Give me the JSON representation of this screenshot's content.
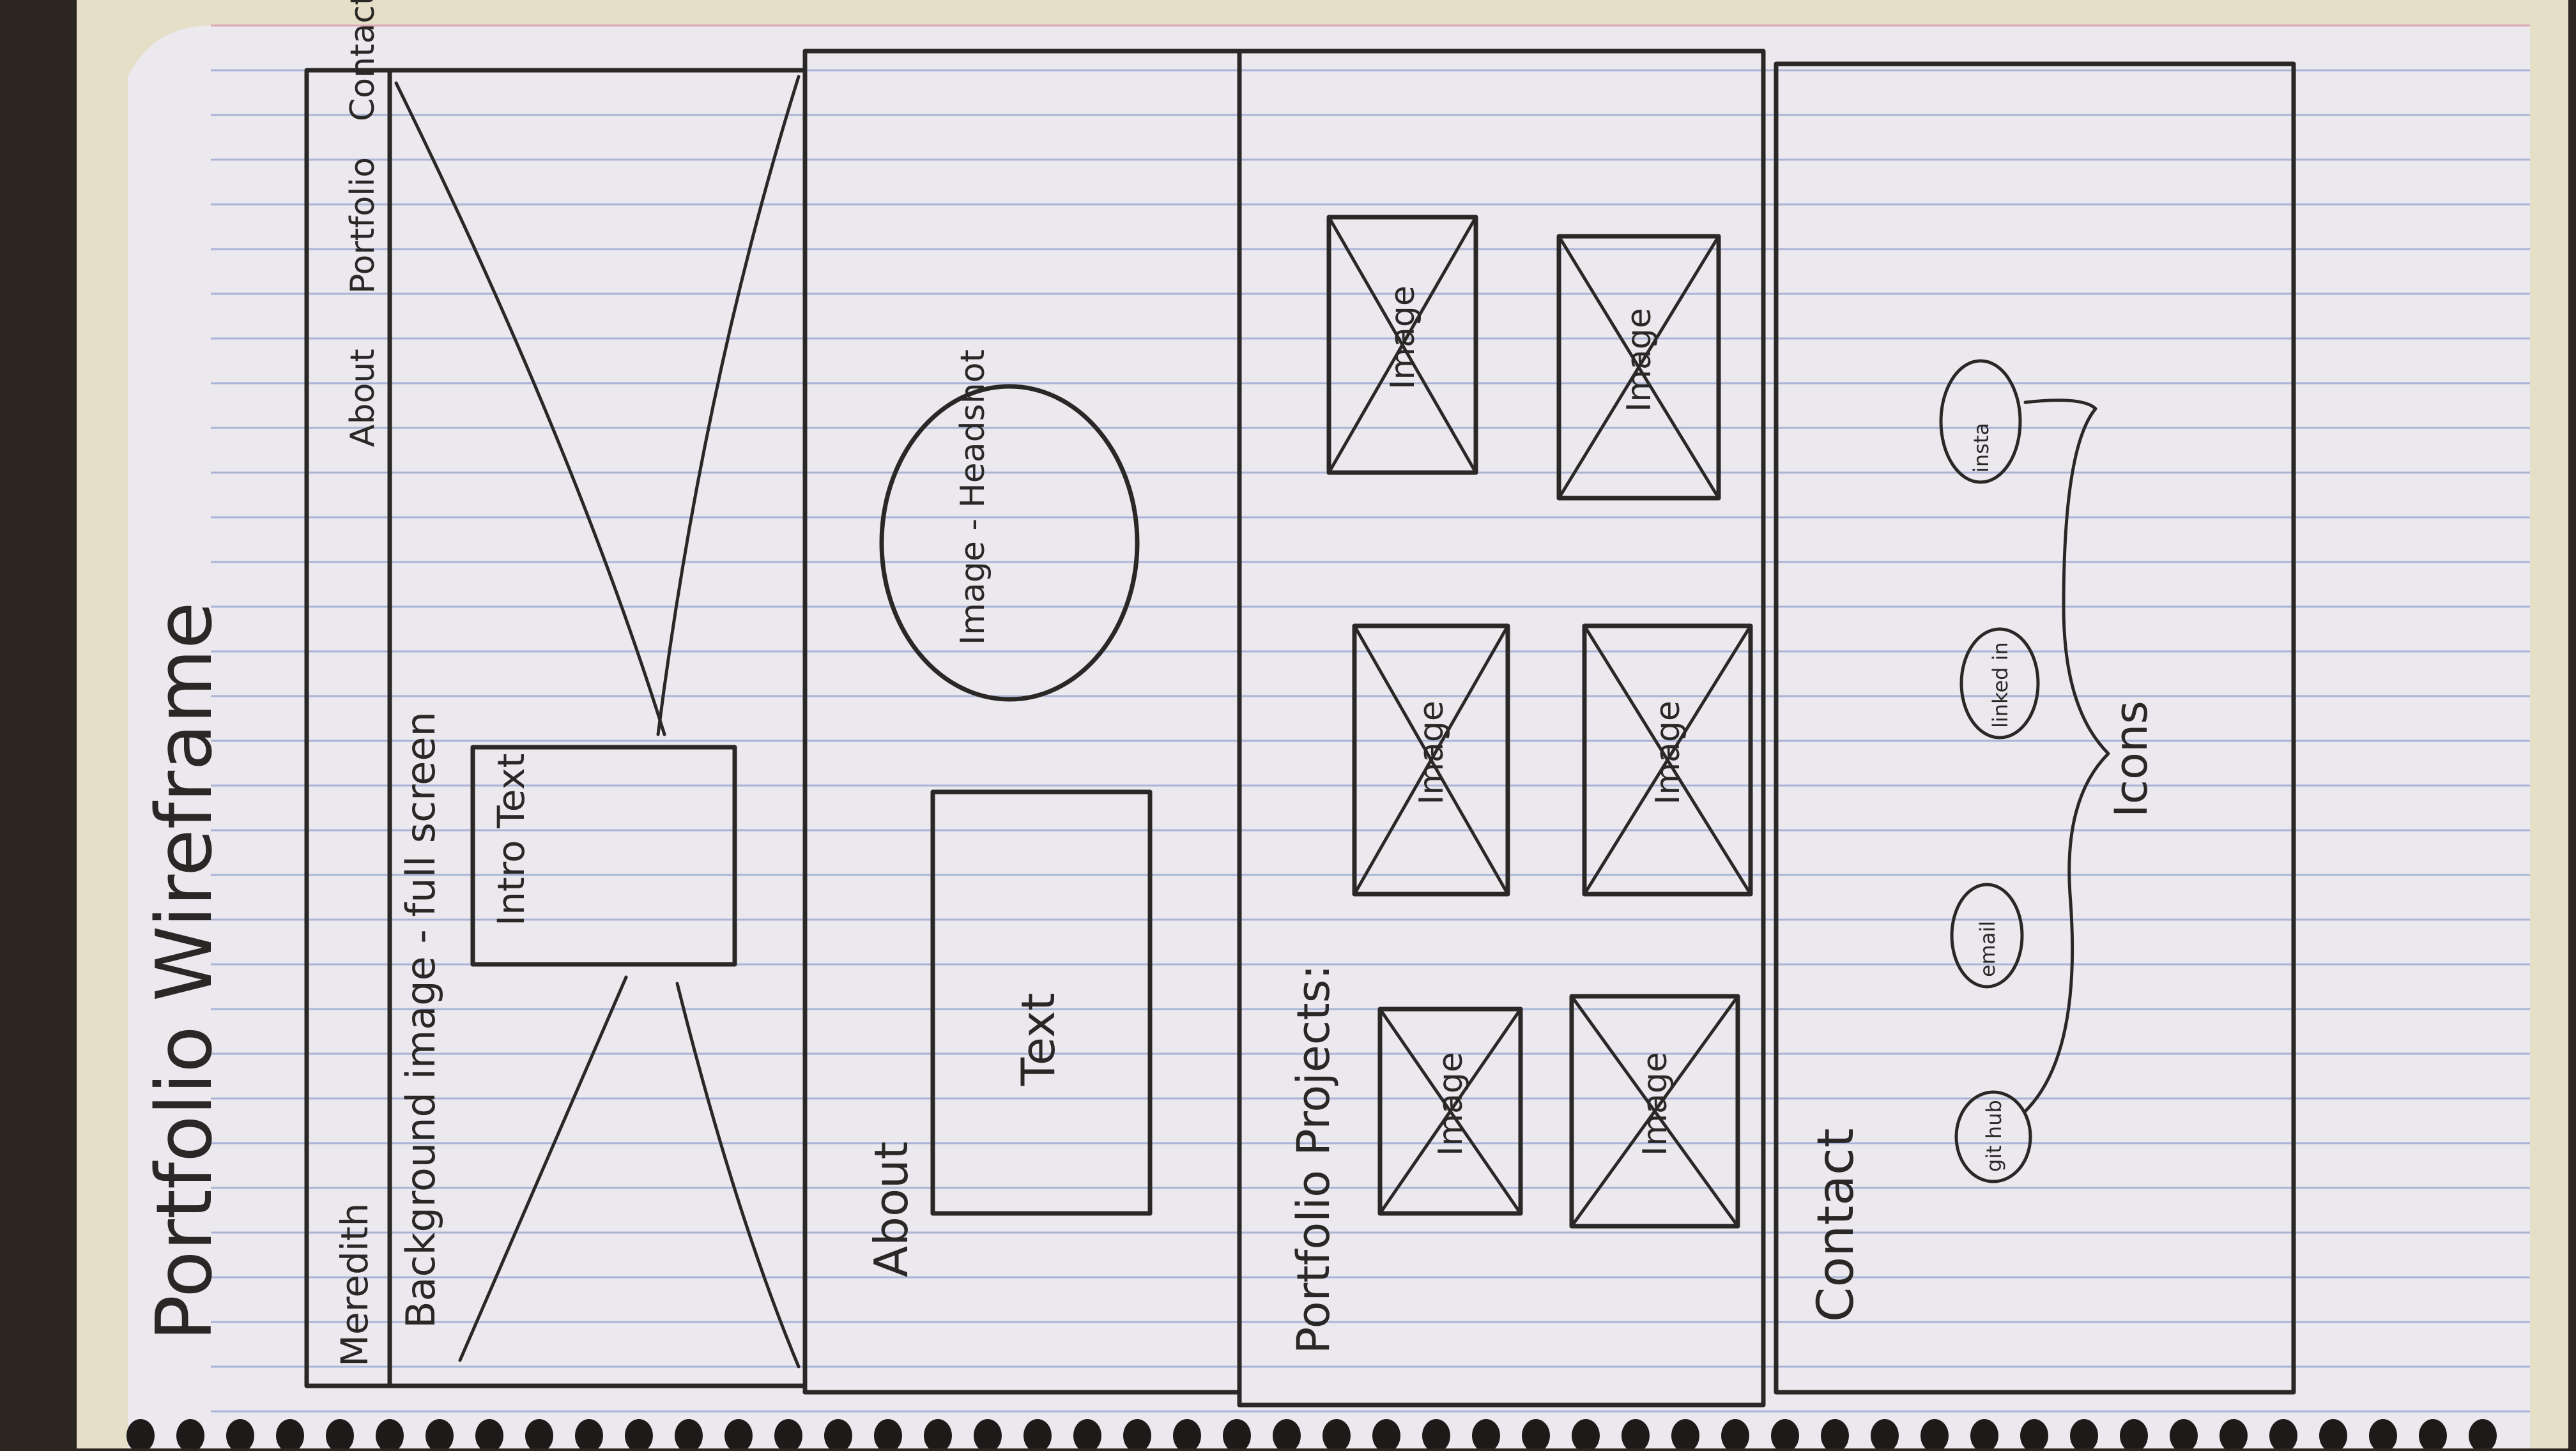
{
  "title": "Portfolio Wireframe",
  "colors": {
    "paper": "#ebe8ee",
    "ink": "#2a2826",
    "ruled_line": "#a9b4d6",
    "margin_line": "#d9a7b3",
    "background": "#2b2620",
    "desk": "#e8e0c8"
  },
  "header": {
    "name": "Meredith",
    "nav": {
      "about": "About",
      "portfolio": "Portfolio",
      "contact": "Contact"
    }
  },
  "hero": {
    "background_label": "Background image - full screen",
    "intro_label": "Intro Text"
  },
  "about": {
    "heading": "About",
    "text_box": "Text",
    "headshot": "Image - Headshot"
  },
  "portfolio": {
    "heading": "Portfolio Projects:",
    "images": [
      "Image",
      "Image",
      "Image",
      "Image",
      "Image",
      "Image"
    ]
  },
  "contact": {
    "heading": "Contact",
    "icons": [
      "git hub",
      "email",
      "linked in",
      "insta"
    ],
    "icons_label": "Icons"
  }
}
